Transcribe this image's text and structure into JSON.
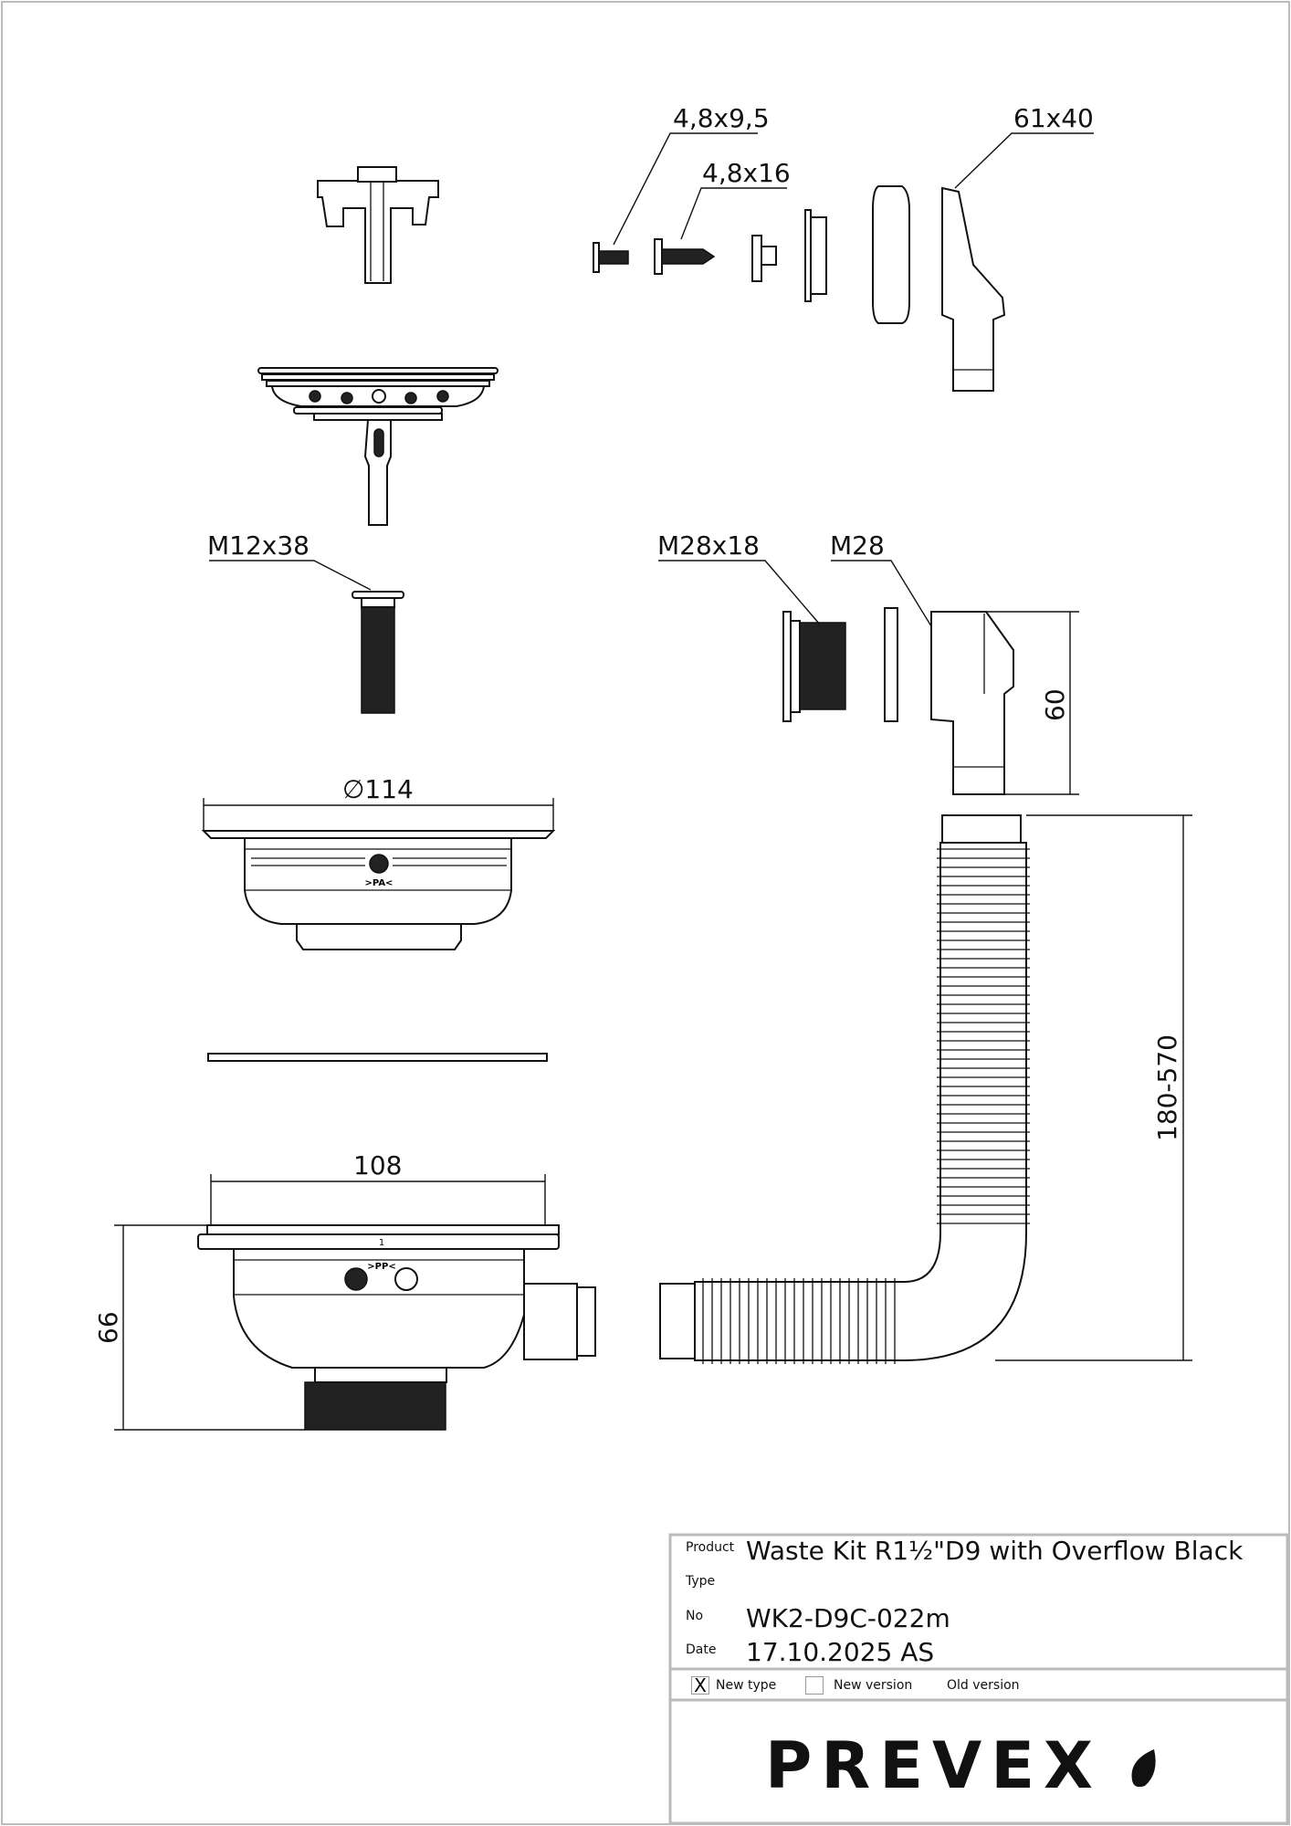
{
  "labels": {
    "screw_a": "4,8x9,5",
    "screw_b": "4,8x16",
    "overflow_cover": "61x40",
    "bolt": "M12x38",
    "nut": "M28x18",
    "elbow": "M28",
    "elbow_height": "60",
    "basket_diameter": "∅114",
    "body_width": "108",
    "body_height": "66",
    "hose_length": "180-570",
    "basket_mark": ">PA<",
    "body_mark": ">PP<",
    "mark_1": "1"
  },
  "title_block": {
    "product_label": "Product",
    "product_value": "Waste Kit R1½\"D9 with Overflow Black",
    "type_label": "Type",
    "type_value": "",
    "no_label": "No",
    "no_value": "WK2-D9C-022m",
    "date_label": "Date",
    "date_value": "17.10.2025 AS",
    "options": [
      {
        "label": "New type",
        "checked": true,
        "mark": "X"
      },
      {
        "label": "New version",
        "checked": false
      },
      {
        "label": "Old version"
      }
    ],
    "logo_text": "PREVEX"
  }
}
